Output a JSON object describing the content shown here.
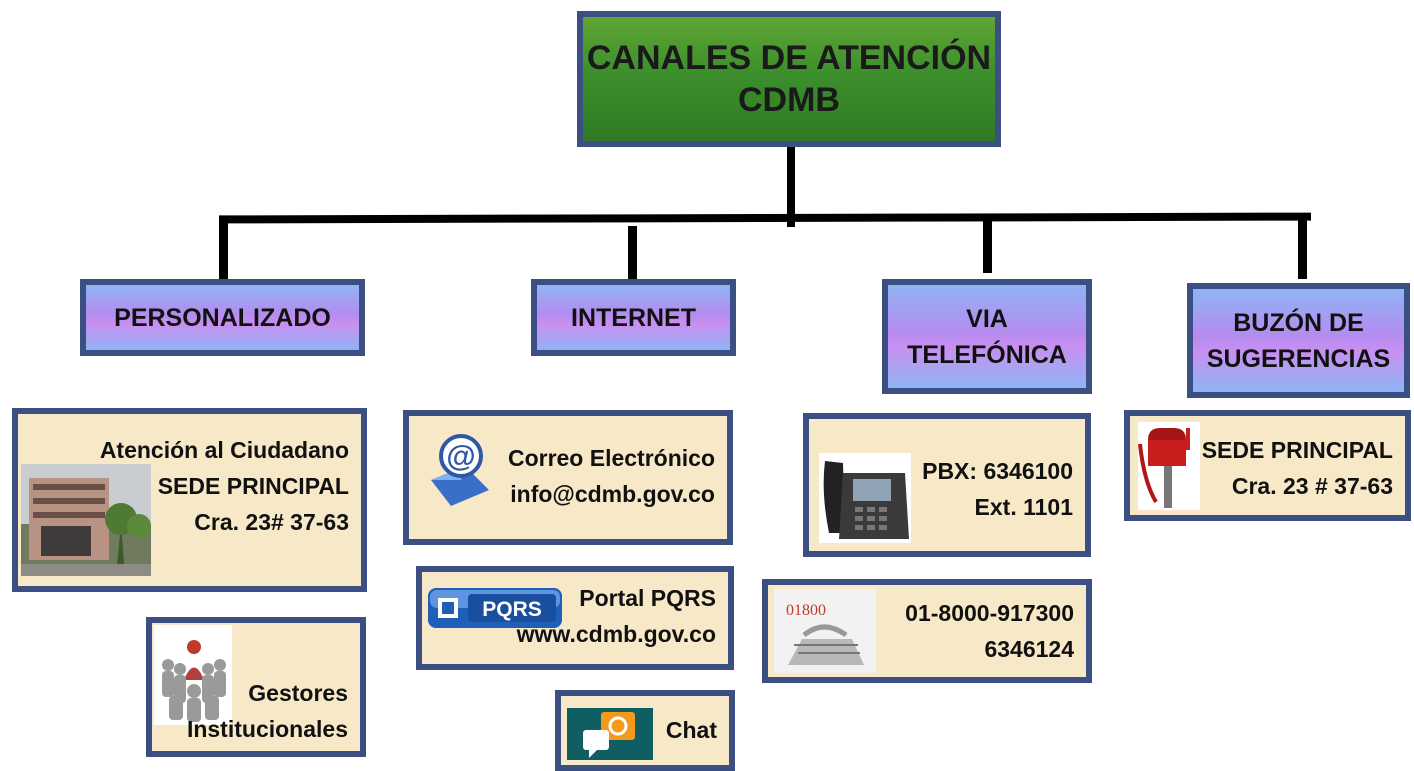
{
  "title": {
    "line1": "CANALES DE ATENCIÓN",
    "line2": "CDMB"
  },
  "categories": [
    {
      "lines": [
        "PERSONALIZADO"
      ]
    },
    {
      "lines": [
        "INTERNET"
      ]
    },
    {
      "lines": [
        "VIA",
        "TELEFÓNICA"
      ]
    },
    {
      "lines": [
        "BUZÓN DE",
        "SUGERENCIAS"
      ]
    }
  ],
  "personalizado": [
    {
      "lines": [
        "Atención al Ciudadano",
        "SEDE PRINCIPAL",
        "Cra. 23# 37-63"
      ],
      "icon": "building-photo"
    },
    {
      "lines": [
        "Gestores",
        "Institucionales"
      ],
      "icon": "people-group-icon"
    }
  ],
  "internet": [
    {
      "lines": [
        "Correo Electrónico",
        "info@cdmb.gov.co"
      ],
      "icon": "email-icon"
    },
    {
      "lines": [
        "Portal PQRS",
        "www.cdmb.gov.co"
      ],
      "icon": "pqrs-icon",
      "icon_text": "PQRS"
    },
    {
      "lines": [
        "Chat"
      ],
      "icon": "chat-icon"
    }
  ],
  "telefonica": [
    {
      "lines": [
        "PBX: 6346100",
        "Ext. 1101"
      ],
      "icon": "desk-phone-icon"
    },
    {
      "lines": [
        "01-8000-917300",
        "6346124"
      ],
      "icon": "toll-free-phone-icon",
      "icon_text": "01800"
    }
  ],
  "buzon": [
    {
      "lines": [
        "SEDE PRINCIPAL",
        "Cra. 23 # 37-63"
      ],
      "icon": "mailbox-icon"
    }
  ]
}
